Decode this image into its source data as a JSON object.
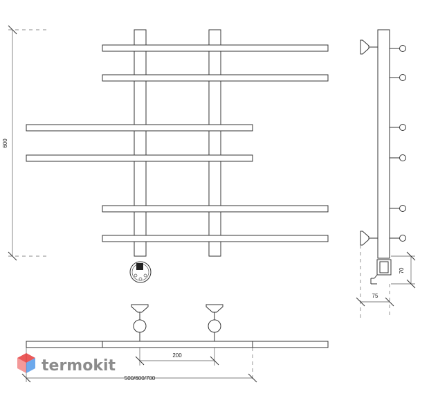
{
  "dimensions": {
    "height": "600",
    "connection_distance": "200",
    "width_options": "500/600/700",
    "side_depth": "75",
    "side_height": "70"
  },
  "logo": {
    "text": "termokit",
    "colors": {
      "red": "#e63c3c",
      "blue": "#3c8ce6",
      "gray": "#8c8c8c"
    }
  }
}
